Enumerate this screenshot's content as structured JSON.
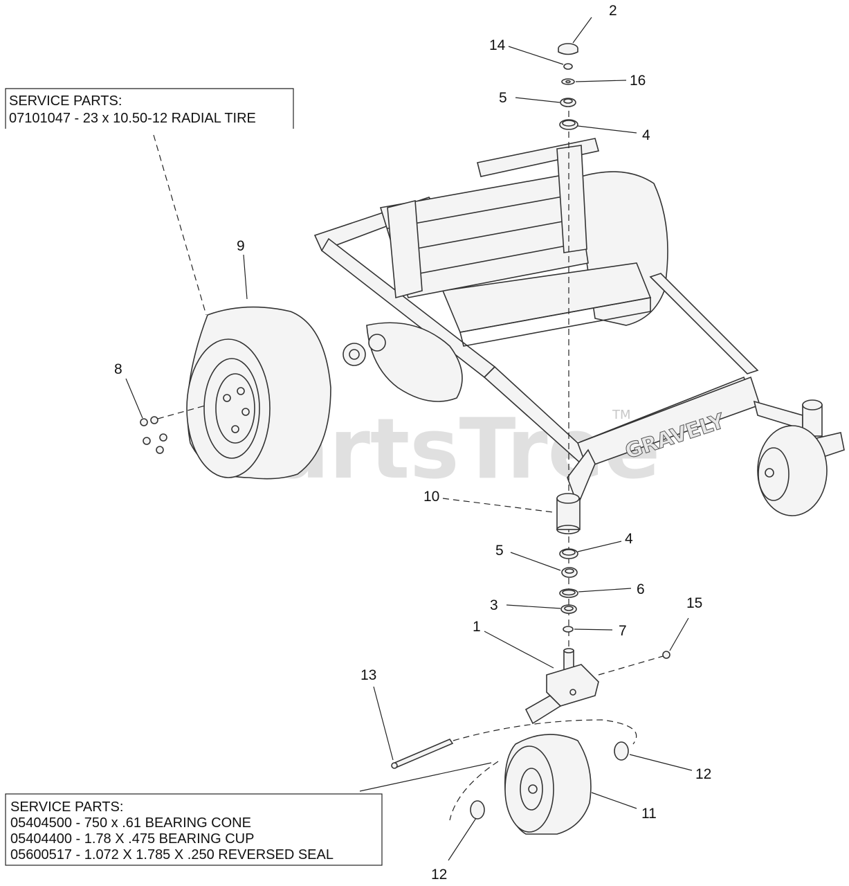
{
  "service_box_top": {
    "heading": "SERVICE PARTS:",
    "lines": [
      "07101047 - 23 x 10.50-12 RADIAL TIRE"
    ]
  },
  "service_box_bottom": {
    "heading": "SERVICE PARTS:",
    "lines": [
      "05404500 - 750 x .61 BEARING CONE",
      "05404400 - 1.78 X .475 BEARING CUP",
      "05600517 - 1.072 X 1.785 X .250 REVERSED SEAL"
    ]
  },
  "callouts": {
    "c2": "2",
    "c14": "14",
    "c16": "16",
    "c5a": "5",
    "c4a": "4",
    "c9": "9",
    "c8": "8",
    "c10": "10",
    "c4b": "4",
    "c5b": "5",
    "c6": "6",
    "c3": "3",
    "c7": "7",
    "c1": "1",
    "c15": "15",
    "c13": "13",
    "c12a": "12",
    "c11": "11",
    "c12b": "12"
  },
  "frame_brand": "GRAVELY",
  "watermark": {
    "text": "PartsTree",
    "tm": "TM"
  }
}
